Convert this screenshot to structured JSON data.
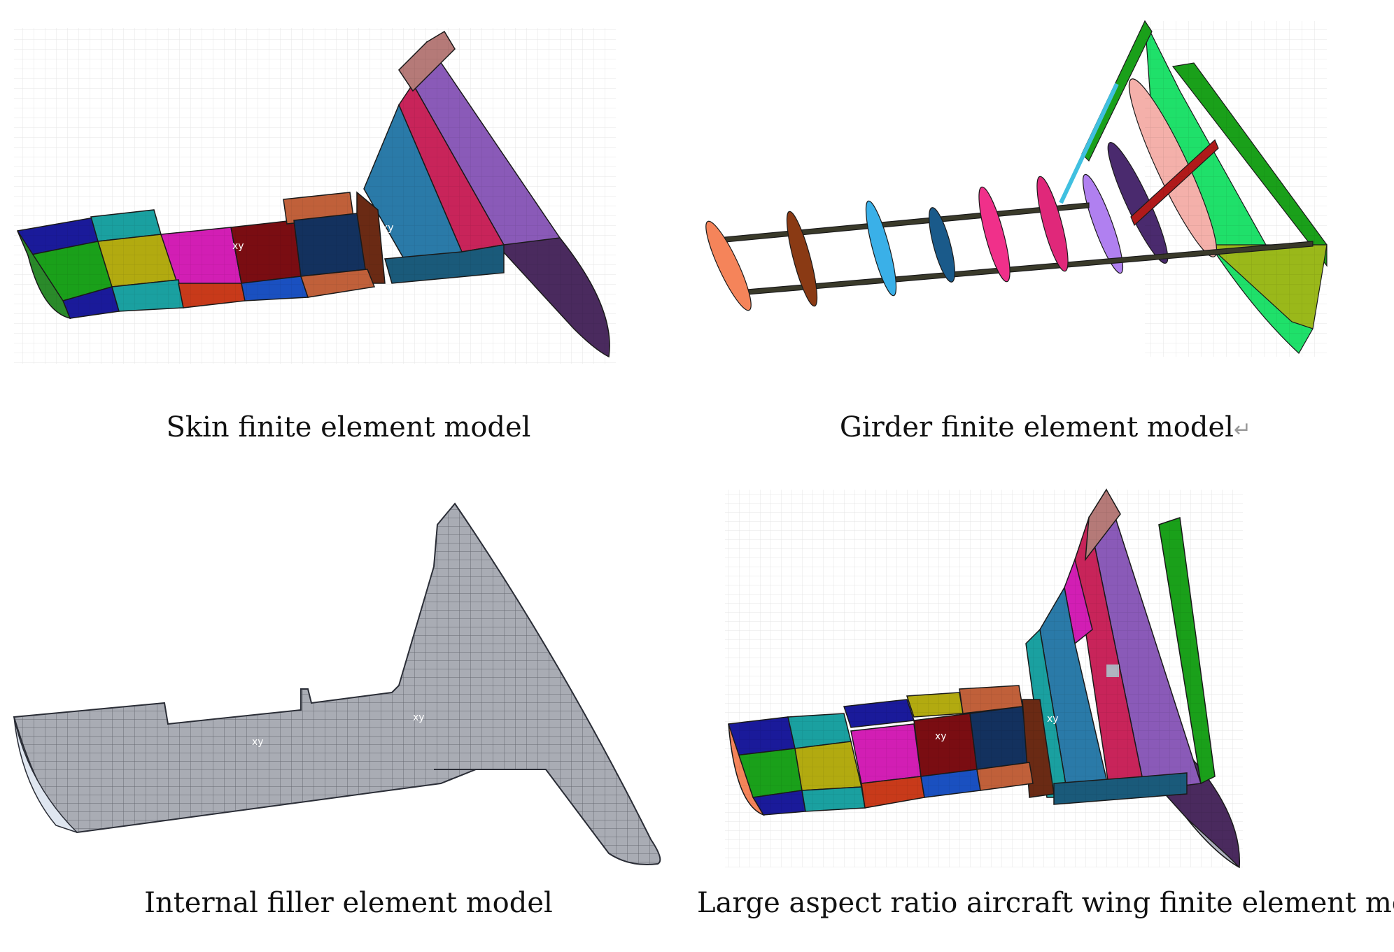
{
  "figure": {
    "panels": [
      {
        "id": "skin",
        "caption": "Skin finite element model"
      },
      {
        "id": "girder",
        "caption": "Girder finite element model",
        "caption_mark": "↵"
      },
      {
        "id": "filler",
        "caption": "Internal filler element model"
      },
      {
        "id": "assembly",
        "caption": "Large aspect ratio aircraft wing finite element model"
      }
    ]
  },
  "palette": {
    "navy": "#1a1a9a",
    "teal": "#1aa0a0",
    "green": "#1aa01a",
    "olive": "#b2aa10",
    "magenta": "#d21eb4",
    "maroon": "#7a0d12",
    "darkblue": "#13315e",
    "copper": "#c0603a",
    "brown": "#6a2a14",
    "steel": "#2a7aa8",
    "crimson": "#c8245a",
    "purple": "#8a5ab8",
    "eggplant": "#4a2a5e",
    "rose": "#b57a78",
    "red": "#c83a1a",
    "royal": "#1a50c0",
    "filler_gray": "#a9acb4",
    "wire_green": "#1fe06a",
    "spar_dark": "#3a3a2a"
  }
}
